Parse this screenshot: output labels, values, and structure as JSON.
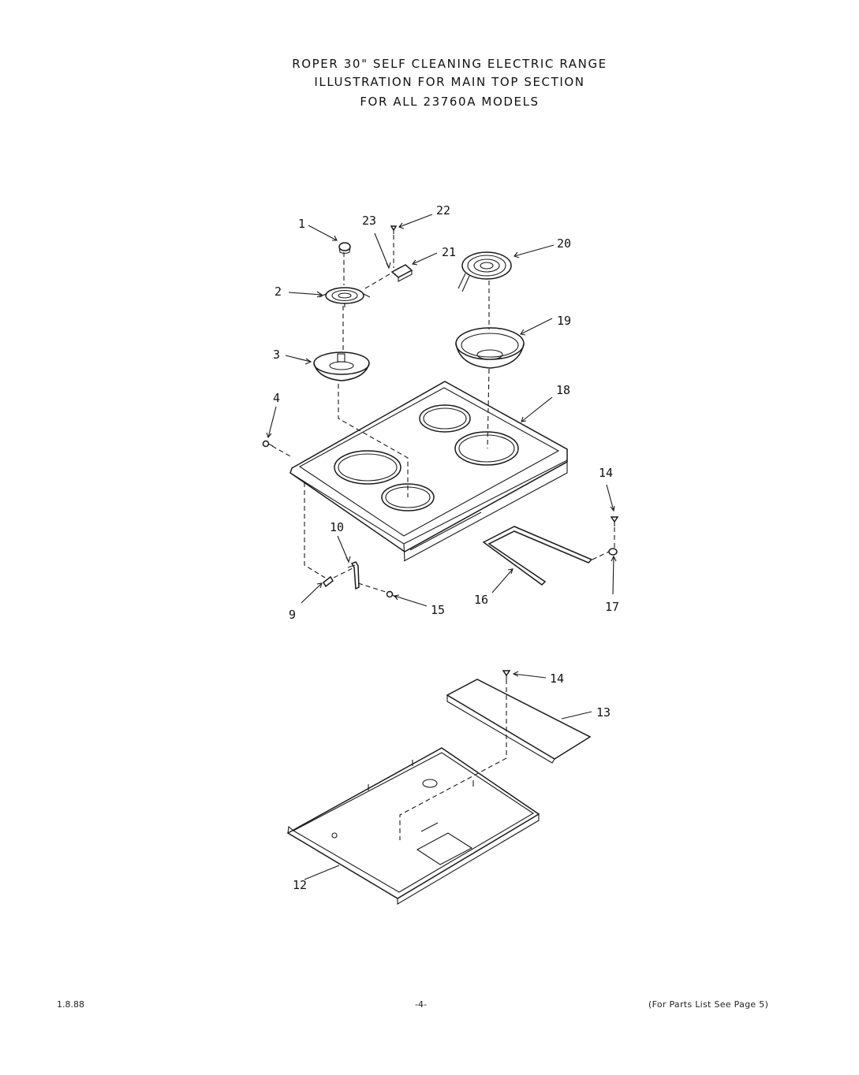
{
  "title": {
    "line1": "ROPER 30\" SELF CLEANING ELECTRIC RANGE",
    "line2": "ILLUSTRATION FOR MAIN TOP SECTION",
    "line3": "FOR ALL 23760A MODELS"
  },
  "footer": {
    "date": "1.8.88",
    "page": "-4-",
    "reference": "(For Parts List See Page 5)"
  },
  "callouts": {
    "c1": "1",
    "c2": "2",
    "c3": "3",
    "c4": "4",
    "c9": "9",
    "c10": "10",
    "c12": "12",
    "c13": "13",
    "c14a": "14",
    "c14b": "14",
    "c15": "15",
    "c16": "16",
    "c17": "17",
    "c18": "18",
    "c19": "19",
    "c20": "20",
    "c21": "21",
    "c22": "22",
    "c23": "23"
  }
}
